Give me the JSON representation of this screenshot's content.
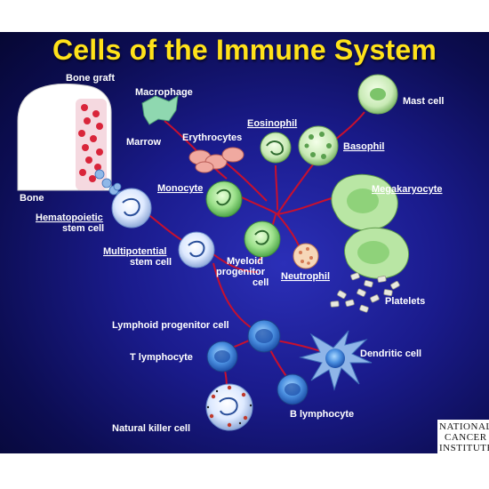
{
  "title": "Cells of the Immune System",
  "labels": {
    "bone_graft": "Bone graft",
    "marrow": "Marrow",
    "bone": "Bone",
    "hsc_line1": "Hematopoietic",
    "hsc_line2": "stem cell",
    "macrophage": "Macrophage",
    "eosinophil": "Eosinophil",
    "erythrocytes": "Erythrocytes",
    "mast_cell": "Mast cell",
    "basophil": "Basophil",
    "monocyte": "Monocyte",
    "megakaryocyte": "Megakaryocyte",
    "multi_line1": "Multipotential",
    "multi_line2": "stem cell",
    "myeloid_line1": "Myeloid",
    "myeloid_line2": "progenitor",
    "myeloid_line3": "cell",
    "neutrophil": "Neutrophil",
    "platelets": "Platelets",
    "lymphoid": "Lymphoid progenitor cell",
    "t_lymphocyte": "T lymphocyte",
    "dendritic": "Dendritic cell",
    "natural_killer": "Natural killer cell",
    "b_lymphocyte": "B lymphocyte"
  },
  "logo": {
    "line1": "NATIONAL",
    "line2": "CANCER",
    "line3": "INSTITUTE"
  }
}
